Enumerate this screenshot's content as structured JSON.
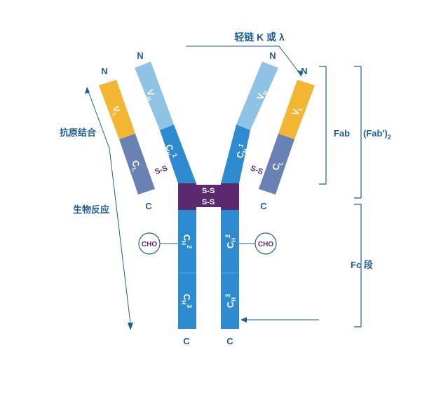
{
  "labels": {
    "light_chain": "轻链 K 或 λ",
    "antigen_binding": "抗原结合",
    "biological_reaction": "生物反应",
    "fab": "Fab",
    "fab_prime": "(Fab')",
    "fab_sub": "2",
    "fc": "Fc 段",
    "n_terminal": "N",
    "c_terminal": "C",
    "disulfide": "S-S",
    "carbohydrate": "CHO"
  },
  "segments": {
    "vl": {
      "main": "V",
      "sub": "L"
    },
    "vh": {
      "main": "V",
      "sub": "H"
    },
    "cl": {
      "main": "C",
      "sub": "L"
    },
    "ch1": {
      "main": "C",
      "sub": "H",
      "sup": "1"
    },
    "ch2": {
      "main": "C",
      "sub": "H",
      "sup": "2"
    },
    "ch3": {
      "main": "C",
      "sub": "H",
      "sup": "3"
    }
  },
  "colors": {
    "vl": "#f2b632",
    "vh": "#8ec3e6",
    "cl": "#6a82b3",
    "heavy_constant": "#2f8bd0",
    "hinge": "#5b2a6e",
    "label": "#1f5d99"
  }
}
